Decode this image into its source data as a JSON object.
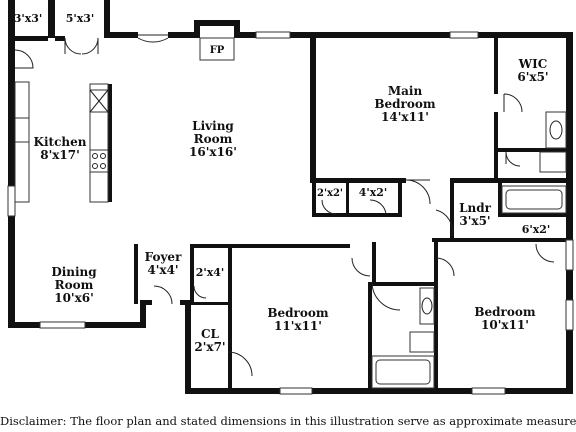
{
  "rooms": {
    "closet_a": {
      "name": "",
      "dims": "3'x3'"
    },
    "closet_b": {
      "name": "",
      "dims": "5'x3'"
    },
    "fireplace": {
      "name": "FP"
    },
    "kitchen": {
      "name": "Kitchen",
      "dims": "8'x17'"
    },
    "living": {
      "name": "Living",
      "name2": "Room",
      "dims": "16'x16'"
    },
    "main_bedroom": {
      "name": "Main",
      "name2": "Bedroom",
      "dims": "14'x11'"
    },
    "wic": {
      "name": "WIC",
      "dims": "6'x5'"
    },
    "hall_closet_1": {
      "dims": "2'x2'"
    },
    "hall_closet_2": {
      "dims": "4'x2'"
    },
    "laundry": {
      "name": "Lndr",
      "dims": "3'x5'"
    },
    "closet_c": {
      "dims": "6'x2'"
    },
    "foyer": {
      "name": "Foyer",
      "dims": "4'x4'"
    },
    "foyer_closet": {
      "dims": "2'x4'"
    },
    "dining": {
      "name": "Dining",
      "name2": "Room",
      "dims": "10'x6'"
    },
    "bedroom_1": {
      "name": "Bedroom",
      "dims": "11'x11'"
    },
    "bedroom_2": {
      "name": "Bedroom",
      "dims": "10'x11'"
    },
    "closet_cl": {
      "name": "CL",
      "dims": "2'x7'"
    }
  },
  "disclaimer": "Disclaimer: The floor plan and stated dimensions in this illustration serve as approximate measurements."
}
